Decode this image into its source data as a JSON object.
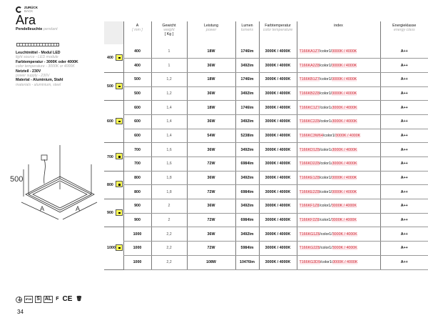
{
  "back": {
    "de": "ZURÜCK",
    "en": "BACK"
  },
  "title": "Ara",
  "subtitle": {
    "de": "Pendelleuchte",
    "en": "pendant"
  },
  "specs": [
    {
      "de": "Leuchtmittel - Modul LED",
      "en": "light source - LED module"
    },
    {
      "de": "Farbtemperatur - 3000K oder 4000K",
      "en": "color temperature - 3000K or 4000K"
    },
    {
      "de": "Netzteil - 230V",
      "en": "power supply - 230V"
    },
    {
      "de": "Material - Aluminium, Stahl",
      "en": "materials - aluminium, steel"
    }
  ],
  "drawing": {
    "height_label": "500",
    "a_label": "A"
  },
  "headers": [
    {
      "de": "A",
      "en": "[ mm ]"
    },
    {
      "de": "Gewicht",
      "en": "weight",
      "unit": "[ Kg ]"
    },
    {
      "de": "Leistung",
      "en": "power"
    },
    {
      "de": "Lumen",
      "en": "lumens"
    },
    {
      "de": "Farbtemperatur",
      "en": "color temperature"
    },
    {
      "de": "index",
      "en": ""
    },
    {
      "de": "Energieklasse",
      "en": "energy class"
    }
  ],
  "groups": [
    {
      "size": "400",
      "rows": [
        [
          "400",
          "1",
          "18W",
          "1746lm",
          "3000K / 4000K",
          "T166KA1Z7",
          "A++"
        ],
        [
          "400",
          "1",
          "36W",
          "3492lm",
          "3000K / 4000K",
          "T166KA2Z8",
          "A++"
        ]
      ]
    },
    {
      "size": "500",
      "rows": [
        [
          "500",
          "1,2",
          "18W",
          "1746lm",
          "3000K / 4000K",
          "T166KB1Z7",
          "A++"
        ],
        [
          "500",
          "1,2",
          "36W",
          "3492lm",
          "3000K / 4000K",
          "T166KB2Z8",
          "A++"
        ]
      ]
    },
    {
      "size": "600",
      "rows": [
        [
          "600",
          "1,4",
          "18W",
          "1746lm",
          "3000K / 4000K",
          "T166KC1Z7",
          "A++"
        ],
        [
          "600",
          "1,4",
          "36W",
          "3492lm",
          "3000K / 4000K",
          "T166KC2Z8",
          "A++"
        ],
        [
          "600",
          "1,4",
          "54W",
          "5238lm",
          "3000K / 4000K",
          "T166KC3W64",
          "A++"
        ]
      ]
    },
    {
      "size": "700",
      "rows": [
        [
          "700",
          "1,6",
          "36W",
          "3492lm",
          "3000K / 4000K",
          "T166KD1Z8",
          "A++"
        ],
        [
          "700",
          "1,6",
          "72W",
          "6984lm",
          "3000K / 4000K",
          "T166KD2Z8",
          "A++"
        ]
      ]
    },
    {
      "size": "800",
      "rows": [
        [
          "800",
          "1,8",
          "36W",
          "3492lm",
          "3000K / 4000K",
          "T166KE1Z8",
          "A++"
        ],
        [
          "800",
          "1,8",
          "72W",
          "6984lm",
          "3000K / 4000K",
          "T166KE2Z8",
          "A++"
        ]
      ]
    },
    {
      "size": "900",
      "rows": [
        [
          "900",
          "2",
          "36W",
          "3492lm",
          "3000K / 4000K",
          "T166KF1Z8",
          "A++"
        ],
        [
          "900",
          "2",
          "72W",
          "6984lm",
          "3000K / 4000K",
          "T166KF2Z8",
          "A++"
        ]
      ]
    },
    {
      "size": "1000",
      "rows": [
        [
          "1000",
          "2,2",
          "36W",
          "3492lm",
          "3000K / 4000K",
          "T166KG1Z8",
          "A++"
        ],
        [
          "1000",
          "2,2",
          "72W",
          "5984lm",
          "3000K / 4000K",
          "T166KG2Z8",
          "A++"
        ],
        [
          "1000",
          "2,2",
          "108W",
          "10476lm",
          "3000K / 4000K",
          "T166KG3D9",
          "A++"
        ]
      ]
    }
  ],
  "index_mid": "/color1/",
  "index_suffix": "3000K / 4000K",
  "cert_marks": [
    "IP20",
    "S",
    "AL",
    "F",
    "CE"
  ],
  "page_number": "34"
}
